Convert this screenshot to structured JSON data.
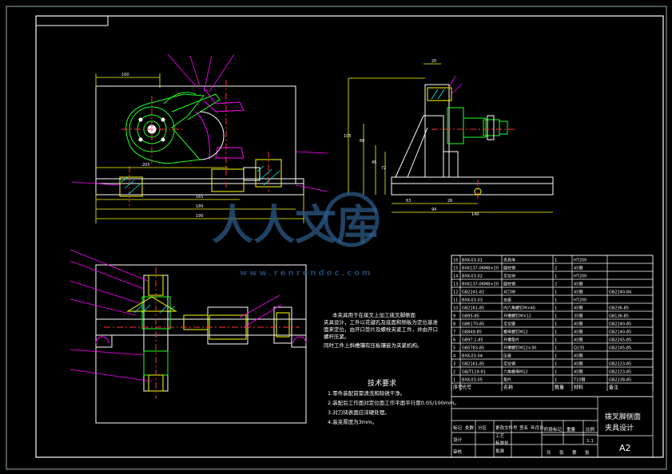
{
  "drawing": {
    "title_line1": "拨叉脚侧面",
    "title_line2": "夹具设计",
    "sheet_size": "A2"
  },
  "notes": {
    "description": [
      "本夹具用于在拨叉上加工拨叉脚侧面",
      "夹具设计，工件以花键孔及底面和侧板为定位基准",
      "面来定位，由开口垫片及螺栓夹紧工件，并由开口",
      "螺杆压紧。",
      "同时工件上斜槽镶有压板镶嵌为夹紧机构。"
    ],
    "tech_title": "技术要求",
    "tech_items": [
      "1.零件装配前需清洗和除锈干净。",
      "2.装配后工作面对定位面工作平面平行度0.05/100mm。",
      "3.对刀块表面应淬硬处理。",
      "4.装夹厚度为3mm。"
    ]
  },
  "bom": {
    "header": [
      "序号",
      "代号",
      "名称",
      "数量",
      "材料",
      "备注"
    ],
    "rows": [
      [
        "16",
        "BXK-03-01",
        "夹具体",
        "1",
        "HT200",
        ""
      ],
      [
        "15",
        "BXK137-06M8×20",
        "圆柱销",
        "2",
        "45钢",
        ""
      ],
      [
        "14",
        "BXK-03-02",
        "定位块",
        "1",
        "HT200",
        ""
      ],
      [
        "13",
        "BXK137-06M8×20",
        "圆柱销",
        "2",
        "45钢",
        ""
      ],
      [
        "12",
        "GB2241-82",
        "对刀块",
        "1",
        "45钢",
        "GB2240-84"
      ],
      [
        "11",
        "BXK-03-03",
        "支座",
        "1",
        "HT200",
        ""
      ],
      [
        "10",
        "GB2161-85",
        "内六角螺钉M×40",
        "1",
        "45钢",
        "GB236-85"
      ],
      [
        "9",
        "GB95-85",
        "开槽螺钉M×12",
        "1",
        "35钢",
        "GB136-85"
      ],
      [
        "8",
        "GB6170-85",
        "定位键",
        "1",
        "45钢",
        "GB2240-85"
      ],
      [
        "7",
        "GB849-85",
        "螺母螺钉M12",
        "1",
        "45钢",
        "GB2140-85"
      ],
      [
        "6",
        "GB97.1-85",
        "开槽垫片",
        "1",
        "45钢",
        "GB2245-85"
      ],
      [
        "5",
        "GB5783-85",
        "开槽螺钉M12×30",
        "1",
        "Q235",
        "GB2145-85"
      ],
      [
        "4",
        "BXK-03-04",
        "压板",
        "1",
        "45钢",
        ""
      ],
      [
        "3",
        "GB2161-85",
        "定位销",
        "1",
        "45钢",
        "GB2223-85"
      ],
      [
        "2",
        "GB/T119-91",
        "六角螺母M12",
        "1",
        "45钢",
        "GB2223-85"
      ],
      [
        "1",
        "BXK-03-05",
        "垫片",
        "1",
        "T10钢",
        "GB2238-85"
      ]
    ]
  },
  "title_block": {
    "labels": [
      "标记",
      "处数",
      "分区",
      "更改文件号",
      "签名",
      "年月日"
    ],
    "roles": [
      "设计",
      "审核",
      "工艺",
      "标准化",
      "批准"
    ],
    "stage_labels": [
      "阶段标记",
      "重量",
      "比例"
    ],
    "scale": "1:1",
    "sheet_labels": [
      "共",
      "张",
      "第",
      "张"
    ]
  },
  "dimensions": {
    "front": [
      "100",
      "205",
      "165",
      "180",
      "190"
    ],
    "side": [
      "20",
      "63",
      "26",
      "94",
      "140",
      "105",
      "60",
      "45",
      "72"
    ]
  },
  "watermark": {
    "brand": "人人文库",
    "url": "www.renrendoc.com"
  }
}
